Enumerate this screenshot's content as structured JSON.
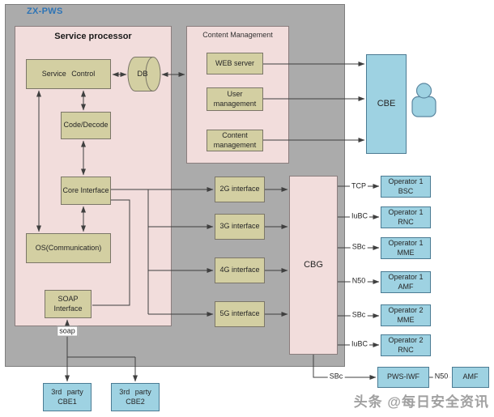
{
  "header": {
    "system_label": "ZX-PWS"
  },
  "groups": {
    "service_processor": "Service processor",
    "content_management": "Content Management"
  },
  "nodes": {
    "service_control": "Service Control",
    "db": "DB",
    "code_decode": "Code/Decode",
    "core_interface": "Core Interface",
    "os_communication": "OS(Communication)",
    "soap_interface": "SOAP Interface",
    "web_server": "WEB server",
    "user_management": "User management",
    "content_management": "Content management",
    "interface_2g": "2G interface",
    "interface_3g": "3G interface",
    "interface_4g": "4G interface",
    "interface_5g": "5G interface",
    "cbg": "CBG",
    "cbe": "CBE",
    "operator1_bsc": "Operator 1 BSC",
    "operator1_rnc": "Operator 1 RNC",
    "operator1_mme": "Operator 1 MME",
    "operator1_amf": "Operator 1 AMF",
    "operator2_mme": "Operator 2 MME",
    "operator2_rnc": "Operator 2 RNC",
    "pws_iwf": "PWS-IWF",
    "amf": "AMF",
    "third_party_cbe1": "3rd party CBE1",
    "third_party_cbe2": "3rd party CBE2"
  },
  "link_labels": {
    "tcp": "TCP",
    "iubc_op1": "IuBC",
    "sbc_op1": "SBc",
    "n50_op1": "N50",
    "sbc_op2": "SBc",
    "iubc_op2": "IuBC",
    "sbc_pws_iwf": "SBc",
    "n50_amf": "N50",
    "soap": "soap"
  },
  "icons": {
    "user": "user-icon",
    "database": "database-cylinder-icon"
  },
  "colors": {
    "boundary_gray": "#ababab",
    "panel_pink": "#f2dddc",
    "node_khaki": "#d3cfa2",
    "node_blue": "#9ed2e2",
    "connector": "#3f3f3f",
    "system_label_blue": "#2e74b5"
  },
  "watermark": "头条 @每日安全资讯"
}
